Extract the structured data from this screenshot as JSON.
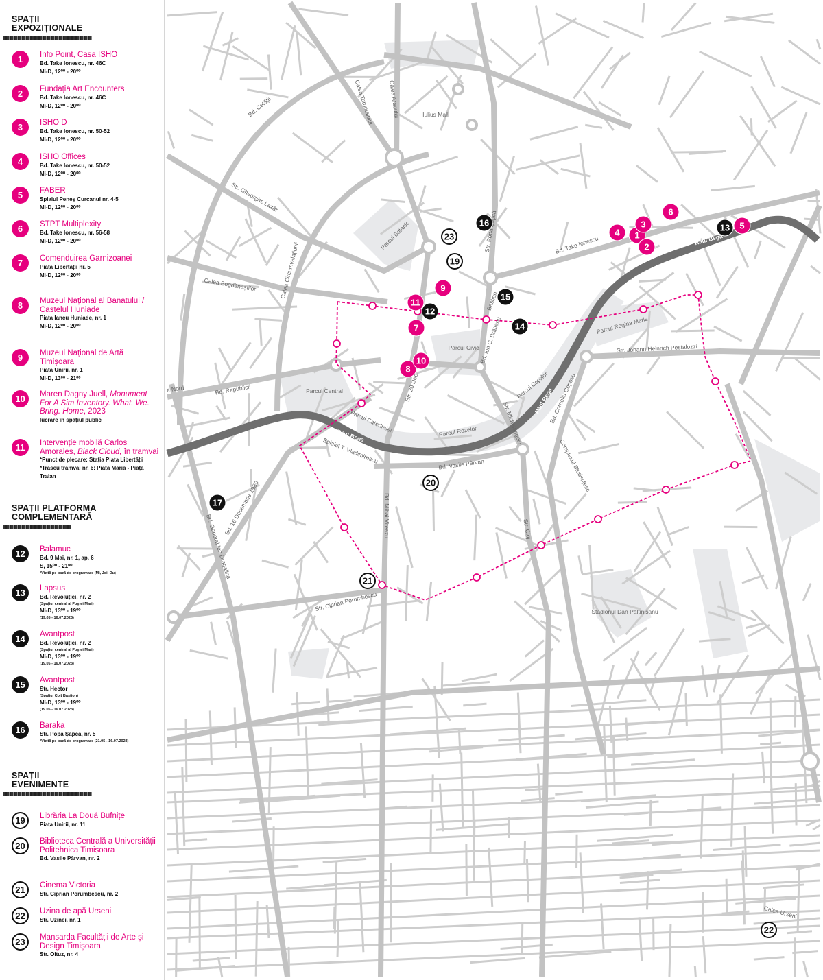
{
  "colors": {
    "accent": "#e6007e",
    "road": "#c4c4c4",
    "river": "#6f6f6f",
    "park": "#e8e9eb"
  },
  "sections": [
    {
      "title_lines": [
        "SPAȚII",
        "EXPOZIȚIONALE"
      ],
      "style": "pink",
      "items": [
        {
          "num": "1",
          "name": [
            {
              "t": "Info Point, Casa ISHO"
            }
          ],
          "lines": [
            {
              "t": "Bd. Take Ionescu, nr. 46C"
            },
            {
              "t": "Mi-D, 12⁰⁰ - 20⁰⁰"
            }
          ]
        },
        {
          "num": "2",
          "name": [
            {
              "t": "Fundația Art Encounters"
            }
          ],
          "lines": [
            {
              "t": "Bd. Take Ionescu, nr. 46C"
            },
            {
              "t": "Mi-D, 12⁰⁰ - 20⁰⁰"
            }
          ]
        },
        {
          "num": "3",
          "name": [
            {
              "t": "ISHO D"
            }
          ],
          "lines": [
            {
              "t": "Bd. Take Ionescu, nr. 50-52"
            },
            {
              "t": "Mi-D, 12⁰⁰ - 20⁰⁰"
            }
          ]
        },
        {
          "num": "4",
          "name": [
            {
              "t": "ISHO Offices"
            }
          ],
          "lines": [
            {
              "t": "Bd. Take Ionescu, nr. 50-52"
            },
            {
              "t": "Mi-D, 12⁰⁰ - 20⁰⁰"
            }
          ]
        },
        {
          "num": "5",
          "name": [
            {
              "t": "FABER"
            }
          ],
          "lines": [
            {
              "t": "Splaiul Peneș Curcanul nr. 4-5"
            },
            {
              "t": "Mi-D, 12⁰⁰ - 20⁰⁰"
            }
          ]
        },
        {
          "num": "6",
          "name": [
            {
              "t": "STPT Multiplexity"
            }
          ],
          "lines": [
            {
              "t": "Bd. Take Ionescu, nr. 56-58"
            },
            {
              "t": "Mi-D, 12⁰⁰ - 20⁰⁰"
            }
          ]
        },
        {
          "num": "7",
          "name": [
            {
              "t": "Comenduirea Garnizoanei"
            }
          ],
          "lines": [
            {
              "t": "Piața Libertății nr. 5"
            },
            {
              "t": "Mi-D, 12⁰⁰ - 20⁰⁰"
            }
          ]
        },
        {
          "num": "8",
          "name": [
            {
              "t": "Muzeul Național al Banatului / Castelul Huniade"
            }
          ],
          "lines": [
            {
              "t": "Piața Iancu Huniade, nr. 1"
            },
            {
              "t": "Mi-D, 12⁰⁰ - 20⁰⁰"
            }
          ]
        },
        {
          "num": "9",
          "name": [
            {
              "t": "Muzeul Național de Artă Timișoara"
            }
          ],
          "lines": [
            {
              "t": "Piața Unirii, nr. 1"
            },
            {
              "t": "Mi-D, 13⁰⁰ - 21⁰⁰"
            }
          ]
        },
        {
          "num": "10",
          "name": [
            {
              "t": "Maren Dagny Juell, "
            },
            {
              "t": "Monument For A Sim Inventory. What. We. Bring. Home",
              "i": true
            },
            {
              "t": ", 2023"
            }
          ],
          "lines": [
            {
              "t": "lucrare în spațiul public"
            }
          ]
        },
        {
          "num": "11",
          "name": [
            {
              "t": "Intervenție mobilă Carlos Amorales, "
            },
            {
              "t": "Black Cloud,",
              "i": true
            },
            {
              "t": " în tramvai"
            }
          ],
          "lines": [
            {
              "t": "*Punct de plecare: Stația Piața Libertății"
            },
            {
              "t": "*Traseu tramvai nr. 6: Piața Maria - Piața Traian"
            }
          ]
        }
      ]
    },
    {
      "title_lines": [
        "SPAȚII PLATFORMA",
        "COMPLEMENTARĂ"
      ],
      "style": "black",
      "items": [
        {
          "num": "12",
          "name": [
            {
              "t": "Balamuc"
            }
          ],
          "lines": [
            {
              "t": "Bd. 9 Mai, nr. 1, ap. 6"
            },
            {
              "t": "S, 15⁰⁰ - 21⁰⁰"
            },
            {
              "t": "*Vizită pe bază de programare (Mi, Joi, Du)",
              "tiny": true
            }
          ]
        },
        {
          "num": "13",
          "name": [
            {
              "t": "Lapsus"
            }
          ],
          "lines": [
            {
              "t": "Bd. Revoluției, nr. 2"
            },
            {
              "t": "(Spațiul central al Poștei Mari)",
              "tiny": true
            },
            {
              "t": "Mi-D, 13⁰⁰ - 19⁰⁰"
            },
            {
              "t": "(19.05 - 16.07.2023)",
              "tiny": true
            }
          ]
        },
        {
          "num": "14",
          "name": [
            {
              "t": "Avantpost"
            }
          ],
          "lines": [
            {
              "t": "Bd. Revoluției, nr. 2"
            },
            {
              "t": "(Spațiul central al Poștei Mari)",
              "tiny": true
            },
            {
              "t": "Mi-D, 13⁰⁰ - 19⁰⁰"
            },
            {
              "t": "(19.05 - 16.07.2023)",
              "tiny": true
            }
          ]
        },
        {
          "num": "15",
          "name": [
            {
              "t": "Avantpost"
            }
          ],
          "lines": [
            {
              "t": "Str. Hector"
            },
            {
              "t": "(Spațiul Colț Bastion)",
              "tiny": true
            },
            {
              "t": "Mi-D, 13⁰⁰ - 19⁰⁰"
            },
            {
              "t": "(19.05 - 16.07.2023)",
              "tiny": true
            }
          ]
        },
        {
          "num": "16",
          "name": [
            {
              "t": "Baraka"
            }
          ],
          "lines": [
            {
              "t": "Str. Popa Șapcă, nr. 5"
            },
            {
              "t": "*Vizită pe bază de programare (21.05 - 16.07.2023)",
              "tiny": true
            }
          ]
        }
      ]
    },
    {
      "title_lines": [
        "SPAȚII",
        "EVENIMENTE"
      ],
      "style": "outline",
      "items": [
        {
          "num": "19",
          "name": [
            {
              "t": "Librăria La Două Bufnițe"
            }
          ],
          "lines": [
            {
              "t": "Piața Unirii, nr. 11"
            }
          ]
        },
        {
          "num": "20",
          "name": [
            {
              "t": "Biblioteca Centrală a Universității Politehnica Timișoara"
            }
          ],
          "lines": [
            {
              "t": "Bd. Vasile Pârvan, nr. 2"
            }
          ]
        },
        {
          "num": "21",
          "name": [
            {
              "t": "Cinema Victoria"
            }
          ],
          "lines": [
            {
              "t": "Str. Ciprian Porumbescu, nr. 2"
            }
          ]
        },
        {
          "num": "22",
          "name": [
            {
              "t": "Uzina de apă Urseni"
            }
          ],
          "lines": [
            {
              "t": "Str. Uzinei, nr. 1"
            }
          ]
        },
        {
          "num": "23",
          "name": [
            {
              "t": "Mansarda Facultății de Arte și Design Timișoara"
            }
          ],
          "lines": [
            {
              "t": "Str. Oituz, nr. 4"
            }
          ]
        }
      ]
    }
  ],
  "map": {
    "markers": [
      {
        "num": "1",
        "style": "pink"
      },
      {
        "num": "2",
        "style": "pink"
      },
      {
        "num": "3",
        "style": "pink"
      },
      {
        "num": "4",
        "style": "pink"
      },
      {
        "num": "5",
        "style": "pink"
      },
      {
        "num": "6",
        "style": "pink"
      },
      {
        "num": "7",
        "style": "pink"
      },
      {
        "num": "8",
        "style": "pink"
      },
      {
        "num": "9",
        "style": "pink"
      },
      {
        "num": "10",
        "style": "pink"
      },
      {
        "num": "11",
        "style": "pink"
      },
      {
        "num": "12",
        "style": "black"
      },
      {
        "num": "13",
        "style": "black"
      },
      {
        "num": "14",
        "style": "black"
      },
      {
        "num": "15",
        "style": "black"
      },
      {
        "num": "16",
        "style": "black"
      },
      {
        "num": "17",
        "style": "black"
      },
      {
        "num": "19",
        "style": "outline"
      },
      {
        "num": "20",
        "style": "outline"
      },
      {
        "num": "21",
        "style": "outline"
      },
      {
        "num": "22",
        "style": "outline"
      },
      {
        "num": "23",
        "style": "outline"
      }
    ],
    "labels": [
      {
        "t": "Iulius Mall"
      },
      {
        "t": "Parcul Botanic"
      },
      {
        "t": "Bd. Cetății"
      },
      {
        "t": "Calea Torontalului"
      },
      {
        "t": "Calea Aradului"
      },
      {
        "t": "Str. Gheorghe Lazăr"
      },
      {
        "t": "Calea Bogdăneștilor"
      },
      {
        "t": "Calea Circumvalațiunii"
      },
      {
        "t": "Bd. Take Ionescu"
      },
      {
        "t": "Râul Bega",
        "river": true
      },
      {
        "t": "Str. Popa Șapcă"
      },
      {
        "t": "Bastion"
      },
      {
        "t": "Bd. Ion C. Brătianu"
      },
      {
        "t": "Parcul Civic"
      },
      {
        "t": "Parcul Regina Maria"
      },
      {
        "t": "Str. Johann Heinrich Pestalozzi"
      },
      {
        "t": "Parcul Copiilor"
      },
      {
        "t": "Râul Bega",
        "river": true
      },
      {
        "t": "Bd. Corneliu Coposu"
      },
      {
        "t": "Str. Michelangelo"
      },
      {
        "t": "Parcul Central"
      },
      {
        "t": "Bd. Republicii"
      },
      {
        "t": "e Nord"
      },
      {
        "t": "Parcul Catedralei"
      },
      {
        "t": "Râul Bega",
        "river": true
      },
      {
        "t": "Splaiul T. Vladimirescu"
      },
      {
        "t": "Parcul Rozelor"
      },
      {
        "t": "Str. 20 Dec."
      },
      {
        "t": "Bd. Vasile Pârvan"
      },
      {
        "t": "Complexul Studențesc"
      },
      {
        "t": "Bd. 16 Decembrie 1989"
      },
      {
        "t": "Bd. General Ion Dragalina"
      },
      {
        "t": "Bd. Mihai Viteazu"
      },
      {
        "t": "Str. Cluj"
      },
      {
        "t": "Str. Ciprian Porumbescu"
      },
      {
        "t": "Stadionul Dan Păltinișanu"
      },
      {
        "t": "Calea Urseni"
      }
    ]
  }
}
